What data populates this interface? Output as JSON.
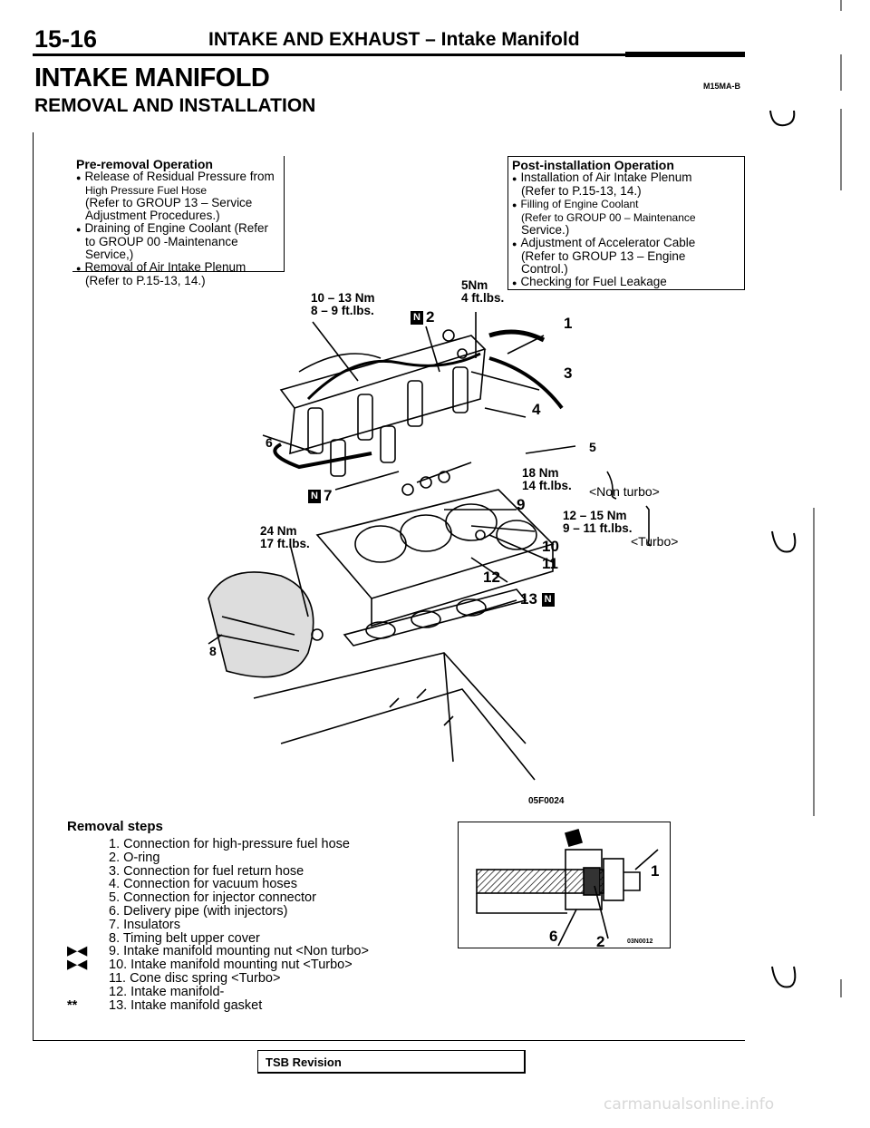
{
  "header": {
    "page_number": "15-16",
    "running_title": "INTAKE AND EXHAUST – Intake Manifold"
  },
  "section": {
    "title": "INTAKE MANIFOLD",
    "code": "M15MA-B",
    "subtitle": "REMOVAL AND INSTALLATION"
  },
  "pre_removal": {
    "heading": "Pre-removal Operation",
    "items": [
      "Release of Residual Pressure from",
      "Draining of Engine Coolant (Refer",
      "Removal of Air Intake Plenum"
    ],
    "continuations": [
      [
        "High Pressure Fuel Hose",
        "(Refer to GROUP 13 – Service",
        "Adjustment Procedures.)"
      ],
      [
        "to GROUP 00 -Maintenance Service,)"
      ],
      [
        "(Refer to P.15-13, 14.)"
      ]
    ]
  },
  "post_installation": {
    "heading": "Post-installation Operation",
    "items": [
      "Installation of Air Intake Plenum",
      "Filling of Engine Coolant",
      "Adjustment of Accelerator Cable",
      "Checking for Fuel Leakage"
    ],
    "continuations": [
      [
        "(Refer to P.15-13, 14.)"
      ],
      [
        "(Refer to GROUP 00 – Maintenance",
        "Service.)"
      ],
      [
        "(Refer to GROUP 13 – Engine",
        "Control.)"
      ],
      []
    ]
  },
  "diagram": {
    "icon": "intake-manifold-exploded-view",
    "torques": {
      "t1": [
        "10 – 13 Nm",
        "8 – 9 ft.lbs."
      ],
      "t2": [
        "5Nm",
        "4 ft.lbs."
      ],
      "t3": [
        "18 Nm",
        "14 ft.lbs."
      ],
      "t4": [
        "12 – 15 Nm",
        "9 – 11 ft.lbs."
      ],
      "t5": [
        "24 Nm",
        "17 ft.lbs."
      ]
    },
    "callouts": [
      "1",
      "2",
      "3",
      "4",
      "5",
      "6",
      "7",
      "8",
      "9",
      "10",
      "11",
      "12",
      "13"
    ],
    "n_marker": "N",
    "bracket_non_turbo": "<Non turbo>",
    "bracket_turbo": "<Turbo>",
    "figure_code": "05F0024"
  },
  "removal": {
    "heading": "Removal steps",
    "steps": [
      {
        "mark": "",
        "text": "1. Connection for high-pressure fuel hose"
      },
      {
        "mark": "",
        "text": "2. O-ring"
      },
      {
        "mark": "",
        "text": "3. Connection for fuel return hose"
      },
      {
        "mark": "",
        "text": "4. Connection for vacuum hoses"
      },
      {
        "mark": "",
        "text": "5. Connection for injector connector"
      },
      {
        "mark": "",
        "text": "6. Delivery pipe (with injectors)"
      },
      {
        "mark": "",
        "text": "7. Insulators"
      },
      {
        "mark": "",
        "text": "8. Timing belt upper cover"
      },
      {
        "mark": "▶◀",
        "text": "9. Intake manifold mounting nut <Non turbo>"
      },
      {
        "mark": "▶◀",
        "text": "10. Intake manifold mounting nut <Turbo>"
      },
      {
        "mark": "",
        "text": "11. Cone disc spring <Turbo>"
      },
      {
        "mark": "",
        "text": "12. Intake manifold-"
      },
      {
        "mark": "**",
        "text": "13. Intake manifold gasket"
      }
    ]
  },
  "detail": {
    "icon": "fuel-hose-connection-detail",
    "labels": [
      "1",
      "6",
      "2"
    ],
    "figure_code": "03N0012"
  },
  "footer": {
    "tsb": "TSB Revision",
    "watermark": "carmanualsonline.info"
  }
}
